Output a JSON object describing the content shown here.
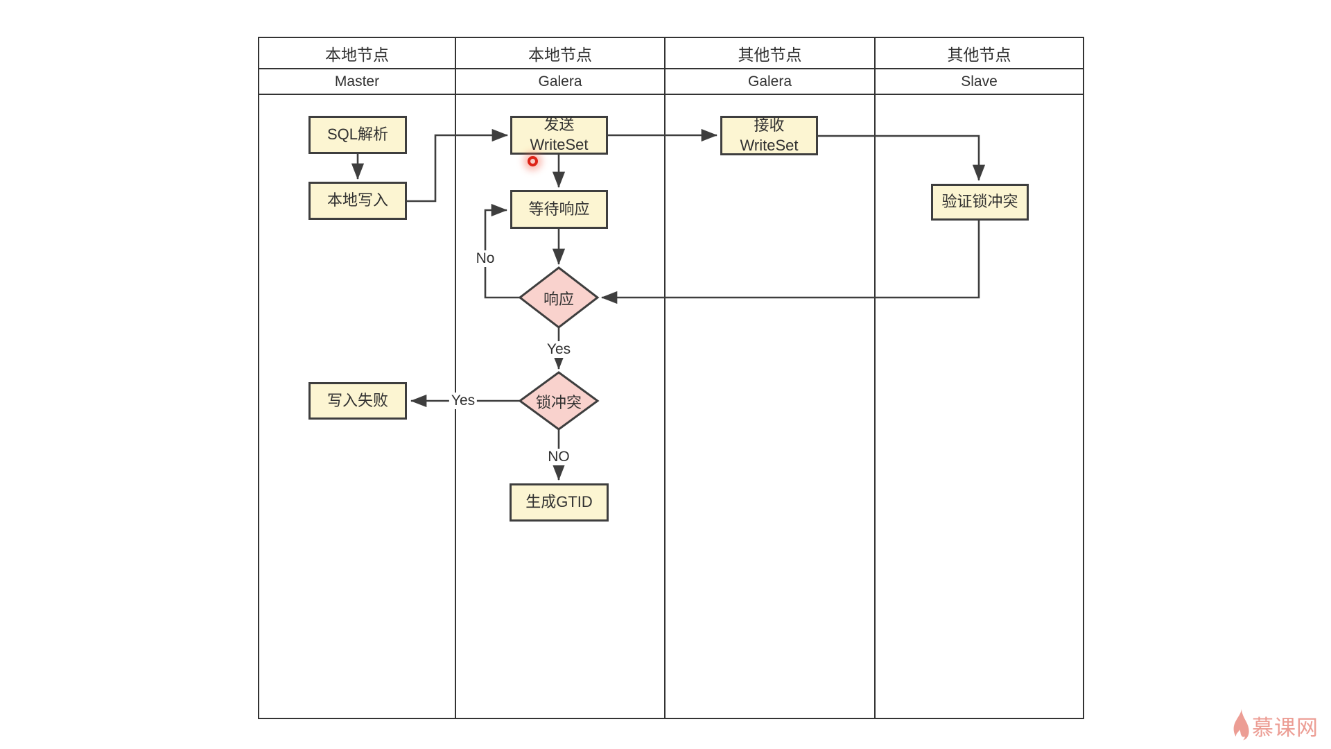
{
  "lanes": [
    {
      "title": "本地节点",
      "subtitle": "Master"
    },
    {
      "title": "本地节点",
      "subtitle": "Galera"
    },
    {
      "title": "其他节点",
      "subtitle": "Galera"
    },
    {
      "title": "其他节点",
      "subtitle": "Slave"
    }
  ],
  "nodes": {
    "sql_parse": "SQL解析",
    "local_write": "本地写入",
    "send_writeset": "发送\nWriteSet",
    "wait_response": "等待响应",
    "response_decision": "响应",
    "lock_conflict_decision": "锁冲突",
    "write_fail": "写入失败",
    "generate_gtid": "生成GTID",
    "receive_writeset": "接收\nWriteSet",
    "verify_lock_conflict": "验证锁冲突"
  },
  "edge_labels": {
    "response_no": "No",
    "response_yes": "Yes",
    "conflict_yes": "Yes",
    "conflict_no": "NO"
  },
  "watermark": {
    "brand": "慕课网"
  },
  "colors": {
    "node_fill": "#FCF5D2",
    "decision_fill": "#F9D2CD",
    "node_border": "#3E3E3E",
    "connector": "#3E3E3E",
    "lane_border": "#333333",
    "pointer_red": "#DD2317",
    "brand_pink": "#EC9D94"
  }
}
